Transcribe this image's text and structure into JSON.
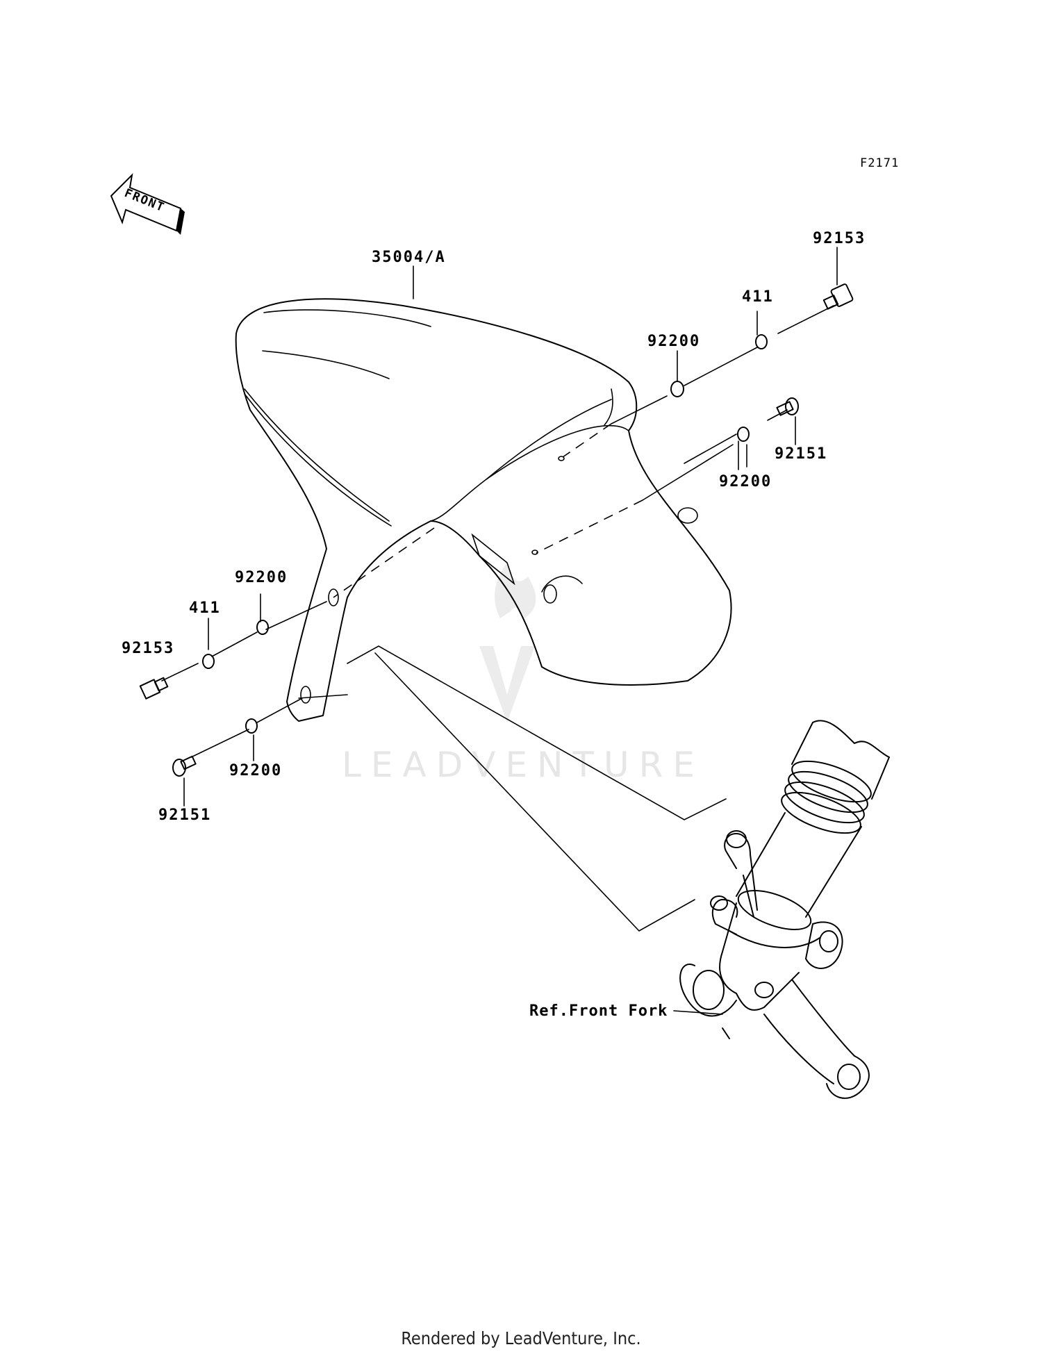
{
  "figure_code": "F2171",
  "front_indicator": "FRONT",
  "watermark": "LEADVENTURE",
  "footer": "Rendered by LeadVenture, Inc.",
  "callouts": {
    "fender": "35004/A",
    "screw_top_right": "92153",
    "washer411_right": "411",
    "washer92200_upper_right": "92200",
    "bolt_right": "92151",
    "washer92200_lower_right": "92200",
    "washer92200_left_upper": "92200",
    "washer411_left": "411",
    "screw_left": "92153",
    "washer92200_left_lower": "92200",
    "bolt_left": "92151",
    "front_fork_ref": "Ref.Front Fork"
  }
}
